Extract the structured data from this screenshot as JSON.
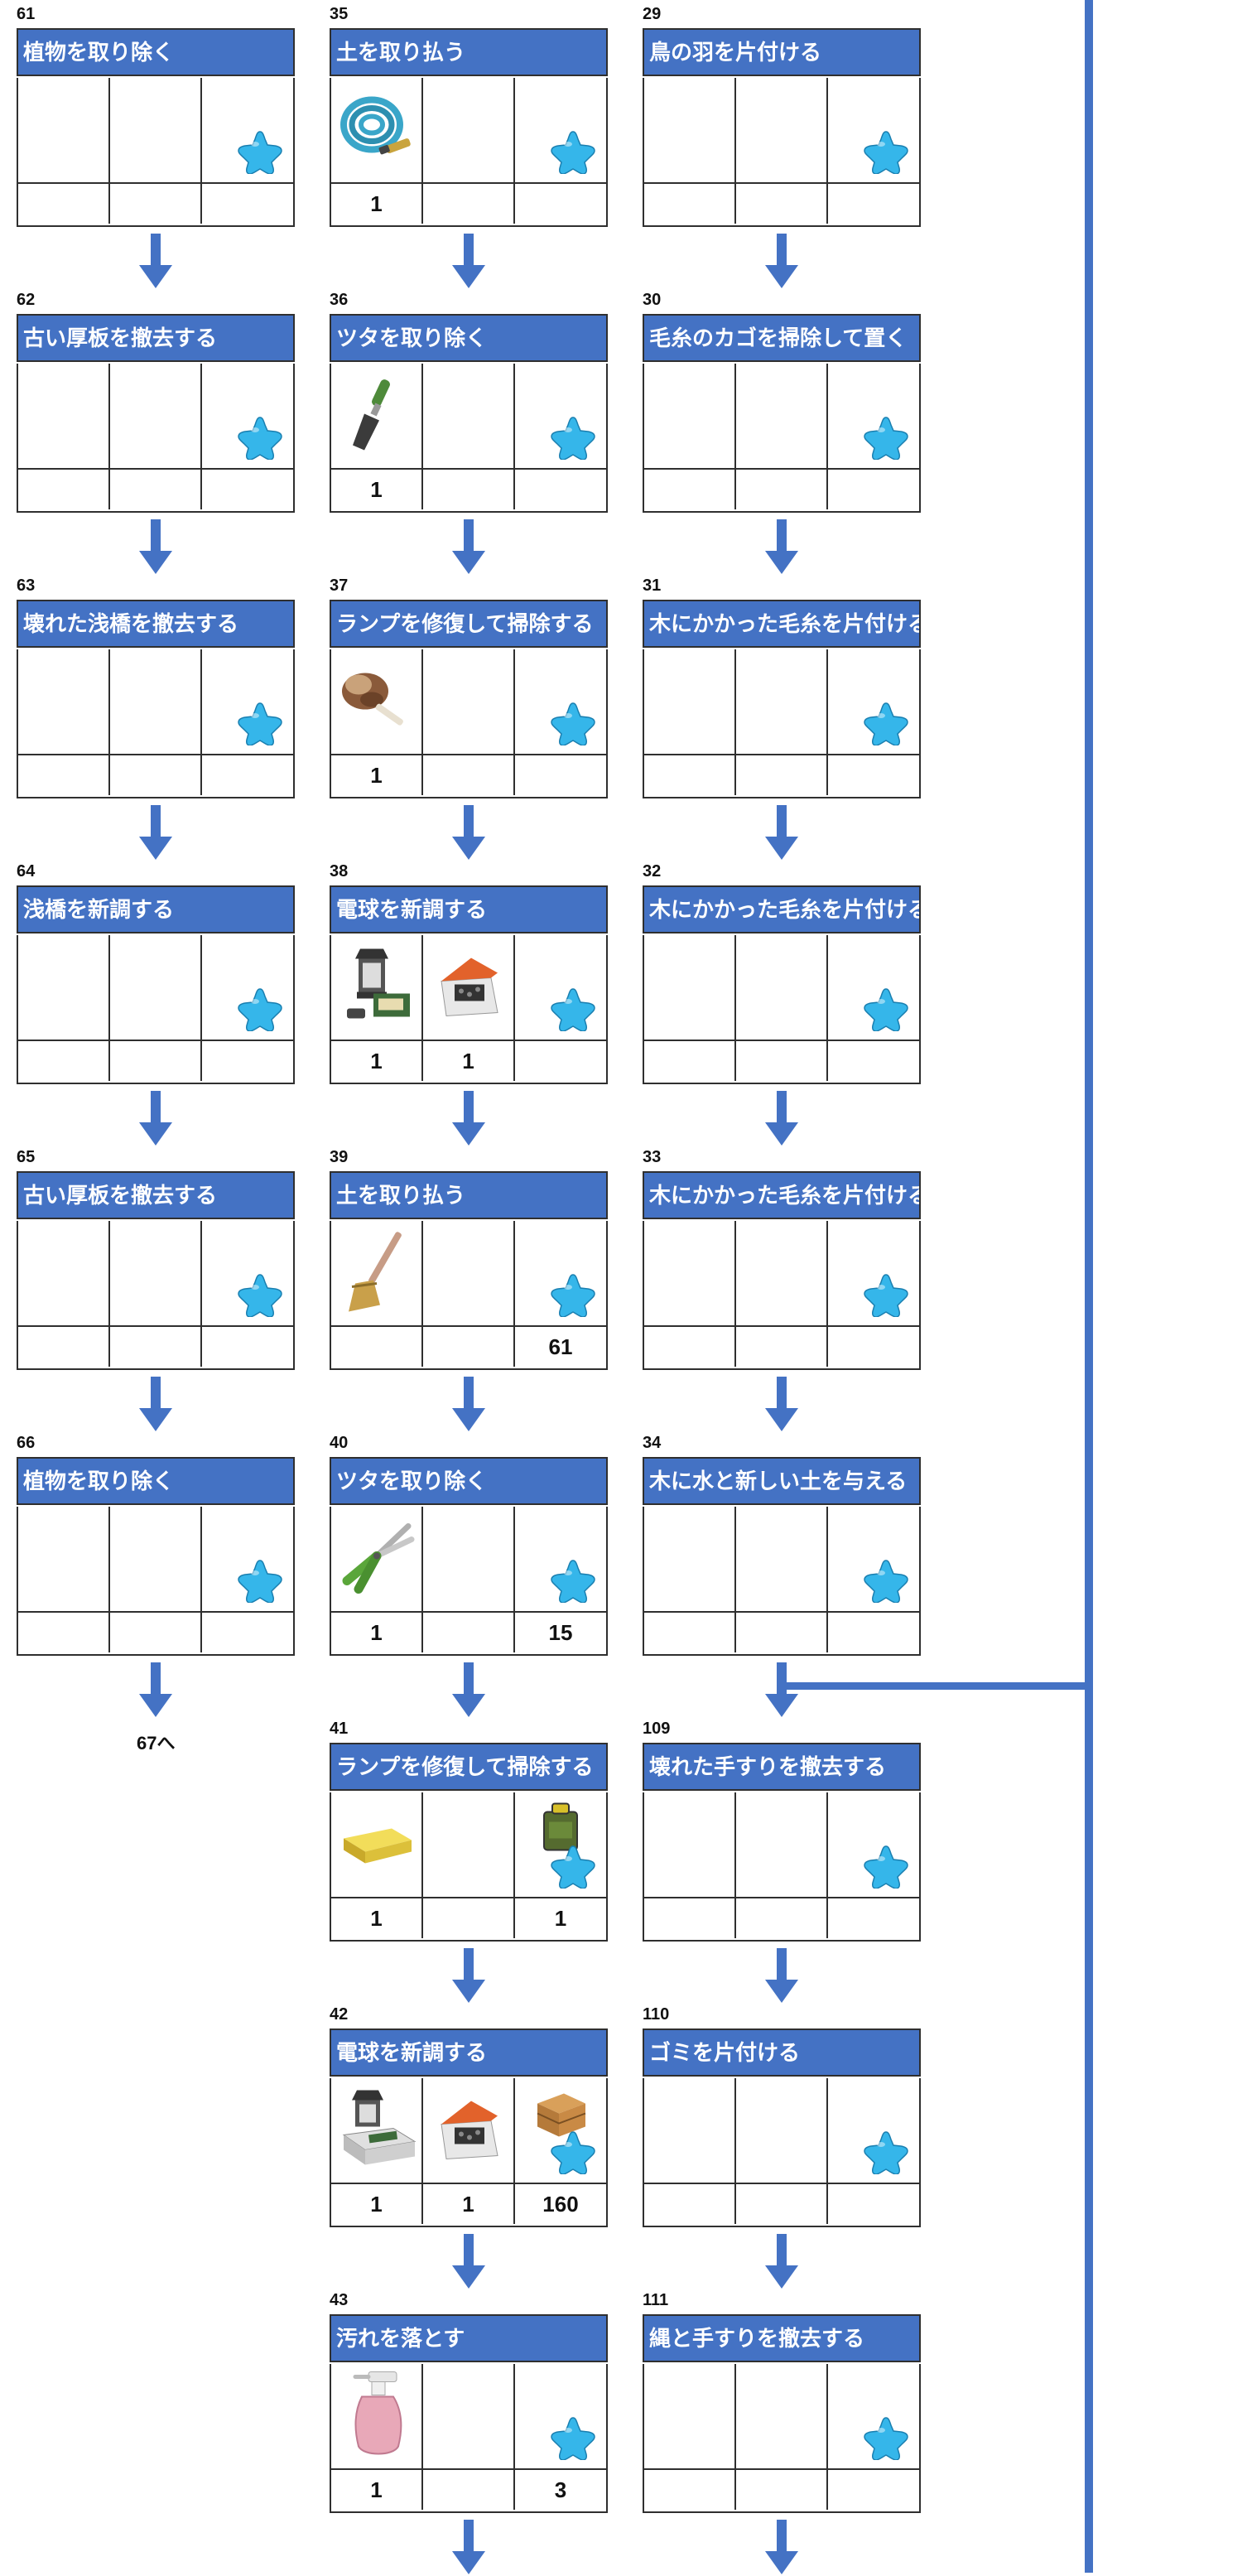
{
  "colors": {
    "header": "#4472c4",
    "arrow": "#4472c4",
    "star": "#35b6ea",
    "border": "#2f2f2f"
  },
  "columns": [
    {
      "tasks": [
        {
          "num": "61",
          "title": "植物を取り除く",
          "counts": [
            "",
            "",
            ""
          ],
          "items": [
            null,
            null,
            null
          ]
        },
        {
          "num": "62",
          "title": "古い厚板を撤去する",
          "counts": [
            "",
            "",
            ""
          ],
          "items": [
            null,
            null,
            null
          ]
        },
        {
          "num": "63",
          "title": "壊れた浅橋を撤去する",
          "counts": [
            "",
            "",
            ""
          ],
          "items": [
            null,
            null,
            null
          ]
        },
        {
          "num": "64",
          "title": "浅橋を新調する",
          "counts": [
            "",
            "",
            ""
          ],
          "items": [
            null,
            null,
            null
          ]
        },
        {
          "num": "65",
          "title": "古い厚板を撤去する",
          "counts": [
            "",
            "",
            ""
          ],
          "items": [
            null,
            null,
            null
          ]
        },
        {
          "num": "66",
          "title": "植物を取り除く",
          "counts": [
            "",
            "",
            ""
          ],
          "items": [
            null,
            null,
            null
          ]
        }
      ],
      "next_label": "67へ"
    },
    {
      "tasks": [
        {
          "num": "35",
          "title": "土を取り払う",
          "counts": [
            "1",
            "",
            ""
          ],
          "items": [
            "hose-icon",
            null,
            null
          ]
        },
        {
          "num": "36",
          "title": "ツタを取り除く",
          "counts": [
            "1",
            "",
            ""
          ],
          "items": [
            "trowel-icon",
            null,
            null
          ]
        },
        {
          "num": "37",
          "title": "ランプを修復して掃除する",
          "counts": [
            "1",
            "",
            ""
          ],
          "items": [
            "feather-duster-icon",
            null,
            null
          ]
        },
        {
          "num": "38",
          "title": "電球を新調する",
          "counts": [
            "1",
            "1",
            ""
          ],
          "items": [
            "lantern-kit-icon",
            "toolbox-icon",
            null
          ]
        },
        {
          "num": "39",
          "title": "土を取り払う",
          "counts": [
            "",
            "",
            "61"
          ],
          "items": [
            "broom-icon",
            null,
            null
          ]
        },
        {
          "num": "40",
          "title": "ツタを取り除く",
          "counts": [
            "1",
            "",
            "15"
          ],
          "items": [
            "shears-icon",
            null,
            null
          ]
        },
        {
          "num": "41",
          "title": "ランプを修復して掃除する",
          "counts": [
            "1",
            "",
            "1"
          ],
          "items": [
            "sponge-icon",
            null,
            "oil-can-icon"
          ]
        },
        {
          "num": "42",
          "title": "電球を新調する",
          "counts": [
            "1",
            "1",
            "160"
          ],
          "items": [
            "lantern-box-icon",
            "toolbox-icon",
            "crate-icon"
          ]
        },
        {
          "num": "43",
          "title": "汚れを落とす",
          "counts": [
            "1",
            "",
            "3"
          ],
          "items": [
            "spray-bottle-icon",
            null,
            null
          ]
        }
      ]
    },
    {
      "tasks": [
        {
          "num": "29",
          "title": "鳥の羽を片付ける",
          "counts": [
            "",
            "",
            ""
          ],
          "items": [
            null,
            null,
            null
          ]
        },
        {
          "num": "30",
          "title": "毛糸のカゴを掃除して置く",
          "counts": [
            "",
            "",
            ""
          ],
          "items": [
            null,
            null,
            null
          ]
        },
        {
          "num": "31",
          "title": "木にかかった毛糸を片付ける",
          "counts": [
            "",
            "",
            ""
          ],
          "items": [
            null,
            null,
            null
          ]
        },
        {
          "num": "32",
          "title": "木にかかった毛糸を片付ける",
          "counts": [
            "",
            "",
            ""
          ],
          "items": [
            null,
            null,
            null
          ]
        },
        {
          "num": "33",
          "title": "木にかかった毛糸を片付ける",
          "counts": [
            "",
            "",
            ""
          ],
          "items": [
            null,
            null,
            null
          ]
        },
        {
          "num": "34",
          "title": "木に水と新しい土を与える",
          "counts": [
            "",
            "",
            ""
          ],
          "items": [
            null,
            null,
            null
          ]
        },
        {
          "num": "109",
          "title": "壊れた手すりを撤去する",
          "counts": [
            "",
            "",
            ""
          ],
          "items": [
            null,
            null,
            null
          ]
        },
        {
          "num": "110",
          "title": "ゴミを片付ける",
          "counts": [
            "",
            "",
            ""
          ],
          "items": [
            null,
            null,
            null
          ]
        },
        {
          "num": "111",
          "title": "縄と手すりを撤去する",
          "counts": [
            "",
            "",
            ""
          ],
          "items": [
            null,
            null,
            null
          ]
        }
      ]
    }
  ]
}
